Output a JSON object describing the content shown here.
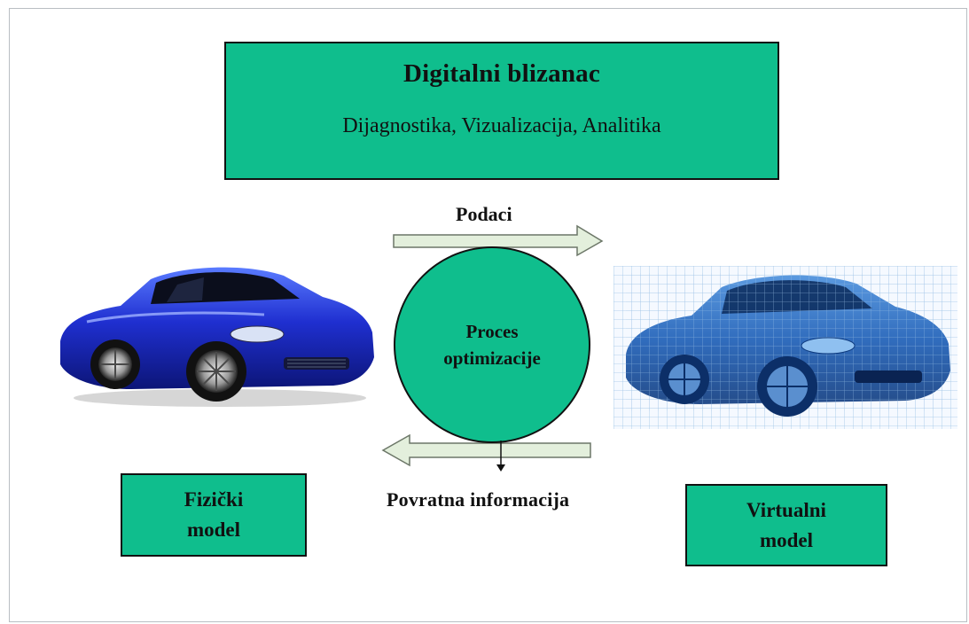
{
  "header": {
    "title": "Digitalni blizanac",
    "subtitle": "Dijagnostika, Vizualizacija, Analitika"
  },
  "process": {
    "label": "Proces\noptimizacije"
  },
  "arrows": {
    "data_label": "Podaci",
    "feedback_label": "Povratna informacija"
  },
  "physical": {
    "label": "Fizički\nmodel"
  },
  "virtual": {
    "label": "Virtualni\nmodel"
  },
  "colors": {
    "box_fill": "#0fbe8d",
    "arrow_fill": "#e3efdc",
    "car_blue": "#1f2fd0",
    "grid_blue": "#9fc3e6"
  }
}
